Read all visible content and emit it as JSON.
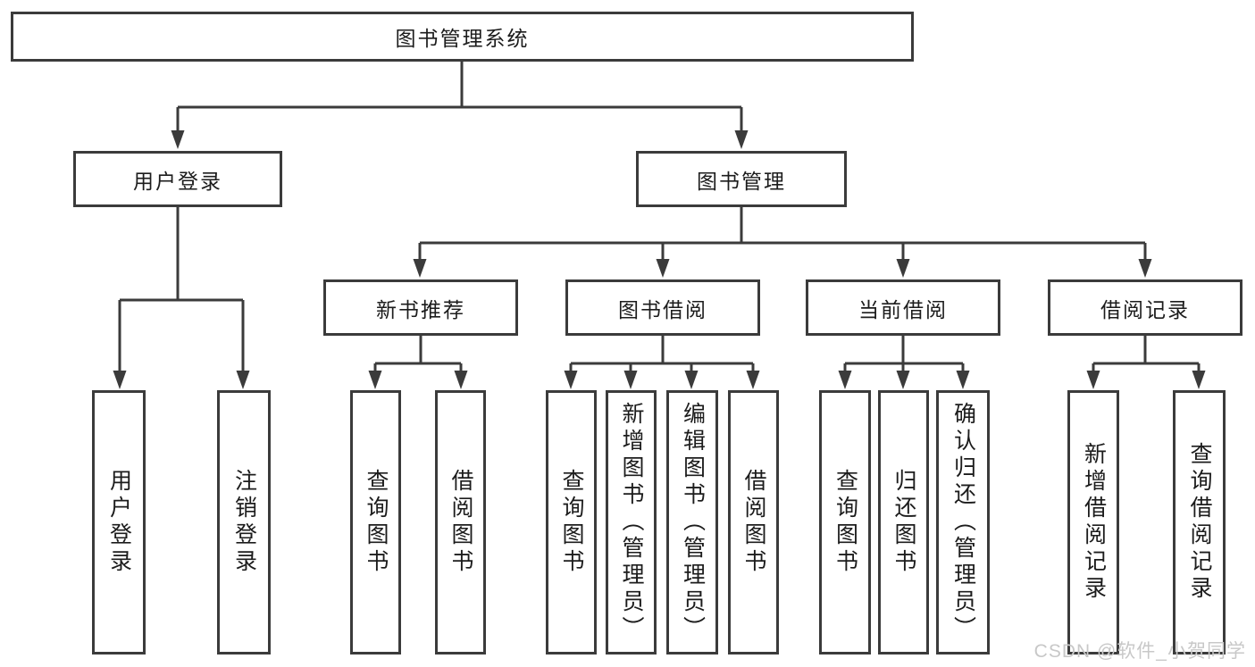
{
  "tree": {
    "root": {
      "label": "图书管理系统"
    },
    "branches": [
      {
        "label": "用户登录",
        "children": [
          {
            "label": "用户登录"
          },
          {
            "label": "注销登录"
          }
        ]
      },
      {
        "label": "图书管理",
        "children": [
          {
            "label": "新书推荐",
            "children": [
              {
                "label": "查询图书"
              },
              {
                "label": "借阅图书"
              }
            ]
          },
          {
            "label": "图书借阅",
            "children": [
              {
                "label": "查询图书"
              },
              {
                "label": "新增图书（管理员）"
              },
              {
                "label": "编辑图书（管理员）"
              },
              {
                "label": "借阅图书"
              }
            ]
          },
          {
            "label": "当前借阅",
            "children": [
              {
                "label": "查询图书"
              },
              {
                "label": "归还图书"
              },
              {
                "label": "确认归还（管理员）"
              }
            ]
          },
          {
            "label": "借阅记录",
            "children": [
              {
                "label": "新增借阅记录"
              },
              {
                "label": "查询借阅记录"
              }
            ]
          }
        ]
      }
    ]
  },
  "watermark": {
    "text": "CSDN @软件_小贺同学"
  },
  "colors": {
    "line": "#3b3b3b",
    "text": "#1c1c1c",
    "watermark": "#c8c8c8",
    "background": "#ffffff"
  }
}
